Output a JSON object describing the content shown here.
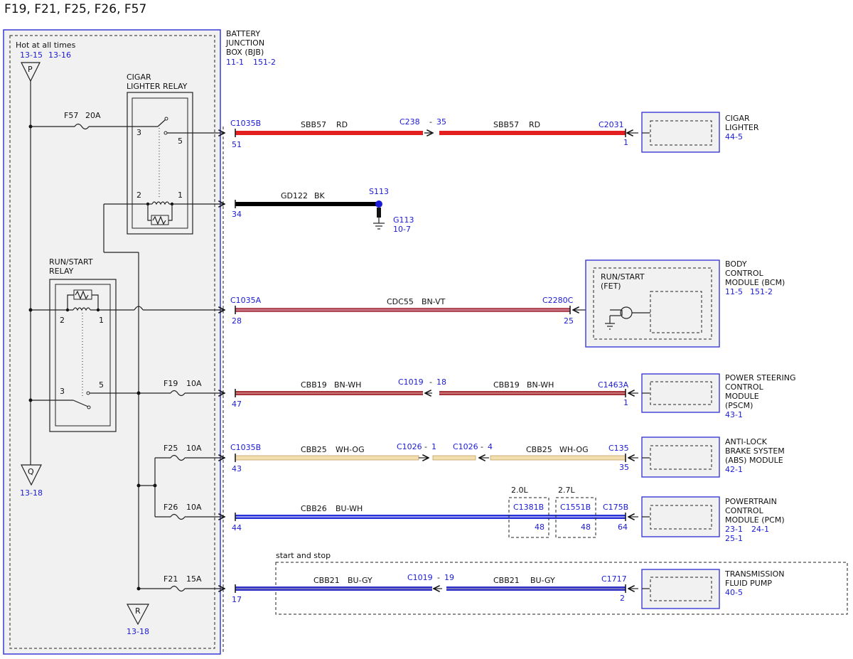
{
  "title": "F19, F21, F25, F26, F57",
  "colors": {
    "red": "#e41f1f",
    "black": "#000000",
    "brown_violet": "#b24a5a",
    "brown_white": "#a8343a",
    "white_orange": "#f3deb0",
    "blue_white": "#2830d8",
    "blue_gray": "#3030c8",
    "connector_blue": "#1a1ad6",
    "box_fill": "#f1f1f1"
  },
  "bjb": {
    "hot": "Hot at all times",
    "hot_ref1": "13-15",
    "hot_ref2": "13-16",
    "p_label": "P",
    "q_label": "Q",
    "q_ref": "13-18",
    "r_label": "R",
    "r_ref": "13-18",
    "title": [
      "BATTERY",
      "JUNCTION",
      "BOX (BJB)"
    ],
    "ref1": "11-1",
    "ref2": "151-2"
  },
  "cigar_relay": {
    "title": [
      "CIGAR",
      "LIGHTER RELAY"
    ],
    "pins": {
      "p3": "3",
      "p5": "5",
      "p2": "2",
      "p1": "1"
    }
  },
  "run_relay": {
    "title": [
      "RUN/START",
      "RELAY"
    ],
    "pins": {
      "p2": "2",
      "p1": "1",
      "p3": "3",
      "p5": "5"
    }
  },
  "fuses": {
    "f57": {
      "name": "F57",
      "amps": "20A"
    },
    "f19": {
      "name": "F19",
      "amps": "10A"
    },
    "f25": {
      "name": "F25",
      "amps": "10A"
    },
    "f26": {
      "name": "F26",
      "amps": "10A"
    },
    "f21": {
      "name": "F21",
      "amps": "15A"
    }
  },
  "circuits": {
    "r1": {
      "conn": "C1035B",
      "pin": "51",
      "wire1": "SBB57",
      "color1": "RD",
      "mid_conn": "C238",
      "sep": "-",
      "mid_pin": "35",
      "wire2": "SBB57",
      "color2": "RD",
      "end_conn": "C2031",
      "end_pin": "1"
    },
    "r2": {
      "pin": "34",
      "wire": "GD122",
      "color": "BK",
      "splice": "S113",
      "ground": "G113",
      "ground_ref": "10-7"
    },
    "r3": {
      "conn": "C1035A",
      "pin": "28",
      "wire": "CDC55",
      "color": "BN-VT",
      "end_conn": "C2280C",
      "end_pin": "25"
    },
    "r4": {
      "pin": "47",
      "wire1": "CBB19",
      "color1": "BN-WH",
      "mid_conn": "C1019",
      "sep": "-",
      "mid_pin": "18",
      "wire2": "CBB19",
      "color2": "BN-WH",
      "end_conn": "C1463A",
      "end_pin": "1"
    },
    "r5": {
      "conn": "C1035B",
      "pin": "43",
      "wire1": "CBB25",
      "color1": "WH-OG",
      "mid_conn1": "C1026",
      "sep": "-",
      "mid_pin1": "1",
      "mid_conn2": "C1026",
      "mid_pin2": "4",
      "wire2": "CBB25",
      "color2": "WH-OG",
      "end_conn": "C135",
      "end_pin": "35"
    },
    "r6": {
      "pin": "44",
      "wire": "CBB26",
      "color": "BU-WH",
      "opt1_label": "2.0L",
      "opt1_conn": "C1381B",
      "opt1_pin": "48",
      "opt2_label": "2.7L",
      "opt2_conn": "C1551B",
      "opt2_pin": "48",
      "end_conn": "C175B",
      "end_pin": "64"
    },
    "r7": {
      "pin": "17",
      "wire1": "CBB21",
      "color1": "BU-GY",
      "mid_conn": "C1019",
      "sep": "-",
      "mid_pin": "19",
      "wire2": "CBB21",
      "color2": "BU-GY",
      "end_conn": "C1717",
      "end_pin": "2",
      "region": "start and stop"
    }
  },
  "components": {
    "cigar_lighter": {
      "lines": [
        "CIGAR",
        "LIGHTER"
      ],
      "ref": "44-5"
    },
    "bcm": {
      "lines": [
        "BODY",
        "CONTROL",
        "MODULE (BCM)"
      ],
      "ref1": "11-5",
      "ref2": "151-2",
      "inner": [
        "RUN/START",
        "(FET)"
      ]
    },
    "pscm": {
      "lines": [
        "POWER STEERING",
        "CONTROL",
        "MODULE",
        "(PSCM)"
      ],
      "ref": "43-1"
    },
    "abs": {
      "lines": [
        "ANTI-LOCK",
        "BRAKE SYSTEM",
        "(ABS) MODULE"
      ],
      "ref": "42-1"
    },
    "pcm": {
      "lines": [
        "POWERTRAIN",
        "CONTROL",
        "MODULE (PCM)"
      ],
      "ref1": "23-1",
      "ref2": "24-1",
      "ref3": "25-1"
    },
    "tfp": {
      "lines": [
        "TRANSMISSION",
        "FLUID PUMP"
      ],
      "ref": "40-5"
    }
  }
}
